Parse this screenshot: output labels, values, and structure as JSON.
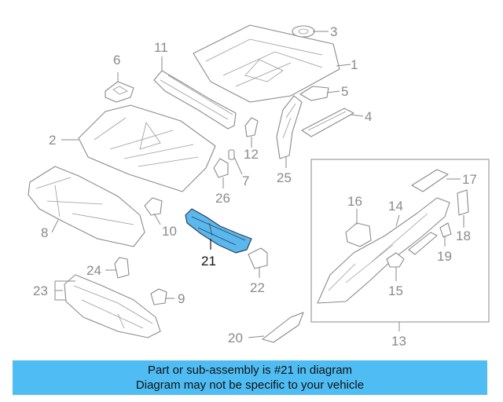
{
  "diagram": {
    "callouts": [
      {
        "id": "1",
        "text": "1"
      },
      {
        "id": "2",
        "text": "2"
      },
      {
        "id": "3",
        "text": "3"
      },
      {
        "id": "4",
        "text": "4"
      },
      {
        "id": "5",
        "text": "5"
      },
      {
        "id": "6",
        "text": "6"
      },
      {
        "id": "7",
        "text": "7"
      },
      {
        "id": "8",
        "text": "8"
      },
      {
        "id": "9",
        "text": "9"
      },
      {
        "id": "10",
        "text": "10"
      },
      {
        "id": "11",
        "text": "11"
      },
      {
        "id": "12",
        "text": "12"
      },
      {
        "id": "13",
        "text": "13"
      },
      {
        "id": "14",
        "text": "14"
      },
      {
        "id": "15",
        "text": "15"
      },
      {
        "id": "16",
        "text": "16"
      },
      {
        "id": "17",
        "text": "17"
      },
      {
        "id": "18",
        "text": "18"
      },
      {
        "id": "19",
        "text": "19"
      },
      {
        "id": "20",
        "text": "20"
      },
      {
        "id": "21",
        "text": "21"
      },
      {
        "id": "22",
        "text": "22"
      },
      {
        "id": "23",
        "text": "23"
      },
      {
        "id": "24",
        "text": "24"
      },
      {
        "id": "25",
        "text": "25"
      },
      {
        "id": "26",
        "text": "26"
      }
    ],
    "highlighted_part": "21",
    "colors": {
      "highlight_fill": "#5bb8ec",
      "line_gray": "#8a8a8a",
      "banner_bg": "#4fbdf4"
    }
  },
  "banner": {
    "line1": "Part or sub-assembly is #21 in diagram",
    "line2": "Diagram may not be specific to your vehicle"
  }
}
